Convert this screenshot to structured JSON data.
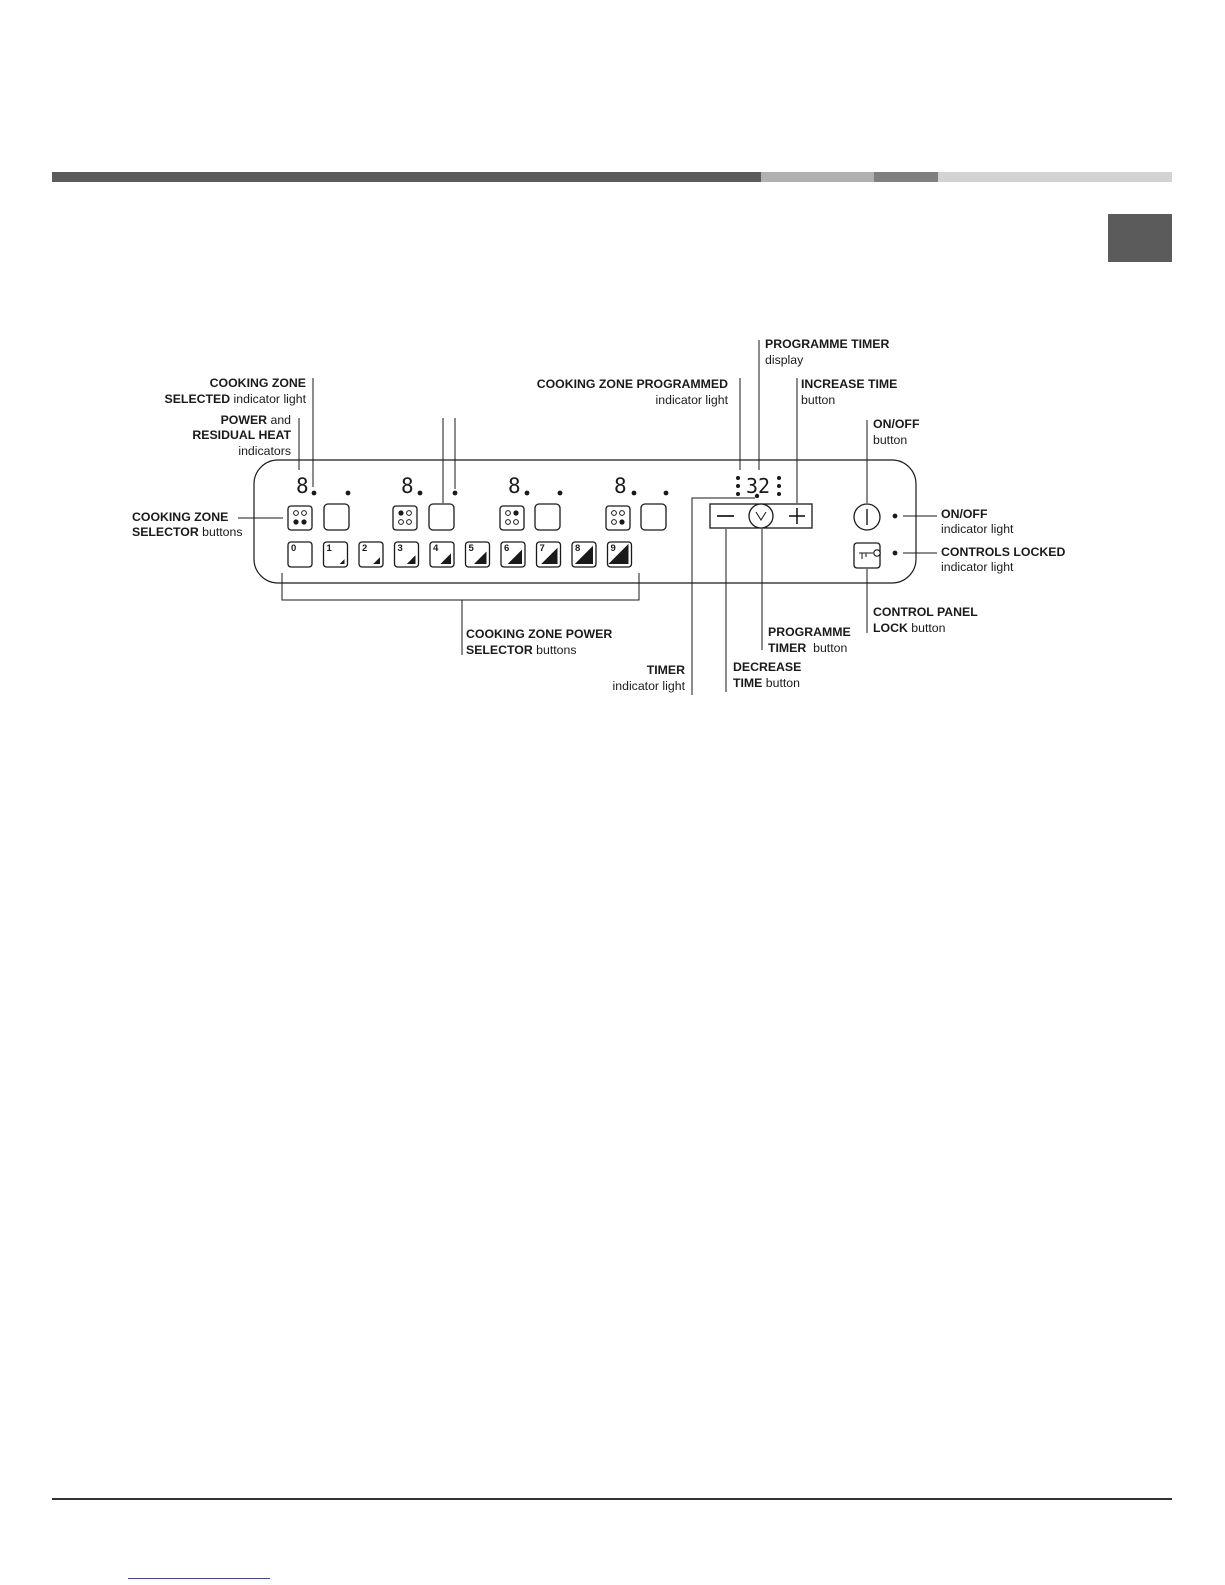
{
  "header_bar": {
    "segments": [
      {
        "color": "#5b5b5b",
        "weight": 0.633
      },
      {
        "color": "#b1b1b1",
        "weight": 0.101
      },
      {
        "color": "#7f7f7f",
        "weight": 0.057
      },
      {
        "color": "#d3d3d3",
        "weight": 0.209
      }
    ],
    "tab_color": "#5b5b5b"
  },
  "panel": {
    "zone_digit": "8",
    "timer_digits": "32",
    "power_levels": [
      "0",
      "1",
      "2",
      "3",
      "4",
      "5",
      "6",
      "7",
      "8",
      "9"
    ]
  },
  "labels": {
    "cooking_zone_selected": {
      "bold": [
        "COOKING ZONE",
        "SELECTED"
      ],
      "normal": " indicator light"
    },
    "power_residual": {
      "bold1": "POWER",
      "normal1": " and",
      "bold2": "RESIDUAL HEAT",
      "normal2": "indicators"
    },
    "cooking_zone_selector": {
      "bold1": "COOKING ZONE",
      "bold2": "SELECTOR",
      "normal2": " buttons"
    },
    "cooking_zone_programmed": {
      "bold": "COOKING ZONE PROGRAMMED",
      "normal": "indicator light"
    },
    "programme_timer_display": {
      "bold": "PROGRAMME TIMER",
      "normal": "display"
    },
    "increase_time": {
      "bold": "INCREASE TIME",
      "normal": "button"
    },
    "on_off_button": {
      "bold": "ON/OFF",
      "normal": "button"
    },
    "on_off_light": {
      "bold": "ON/OFF",
      "normal": "indicator light"
    },
    "controls_locked": {
      "bold": "CONTROLS LOCKED",
      "normal": "indicator light"
    },
    "control_panel_lock": {
      "bold1": "CONTROL PANEL",
      "bold2": "LOCK",
      "normal2": " button"
    },
    "programme_timer_button": {
      "bold1": "PROGRAMME",
      "bold2": "TIMER",
      "normal2": "  button"
    },
    "decrease_time": {
      "bold1": "DECREASE",
      "bold2": "TIME",
      "normal2": " button"
    },
    "timer_light": {
      "bold": "TIMER",
      "normal": "indicator light"
    },
    "power_selector": {
      "bold1": "COOKING ZONE POWER",
      "bold2": "SELECTOR",
      "normal2": " buttons"
    }
  }
}
